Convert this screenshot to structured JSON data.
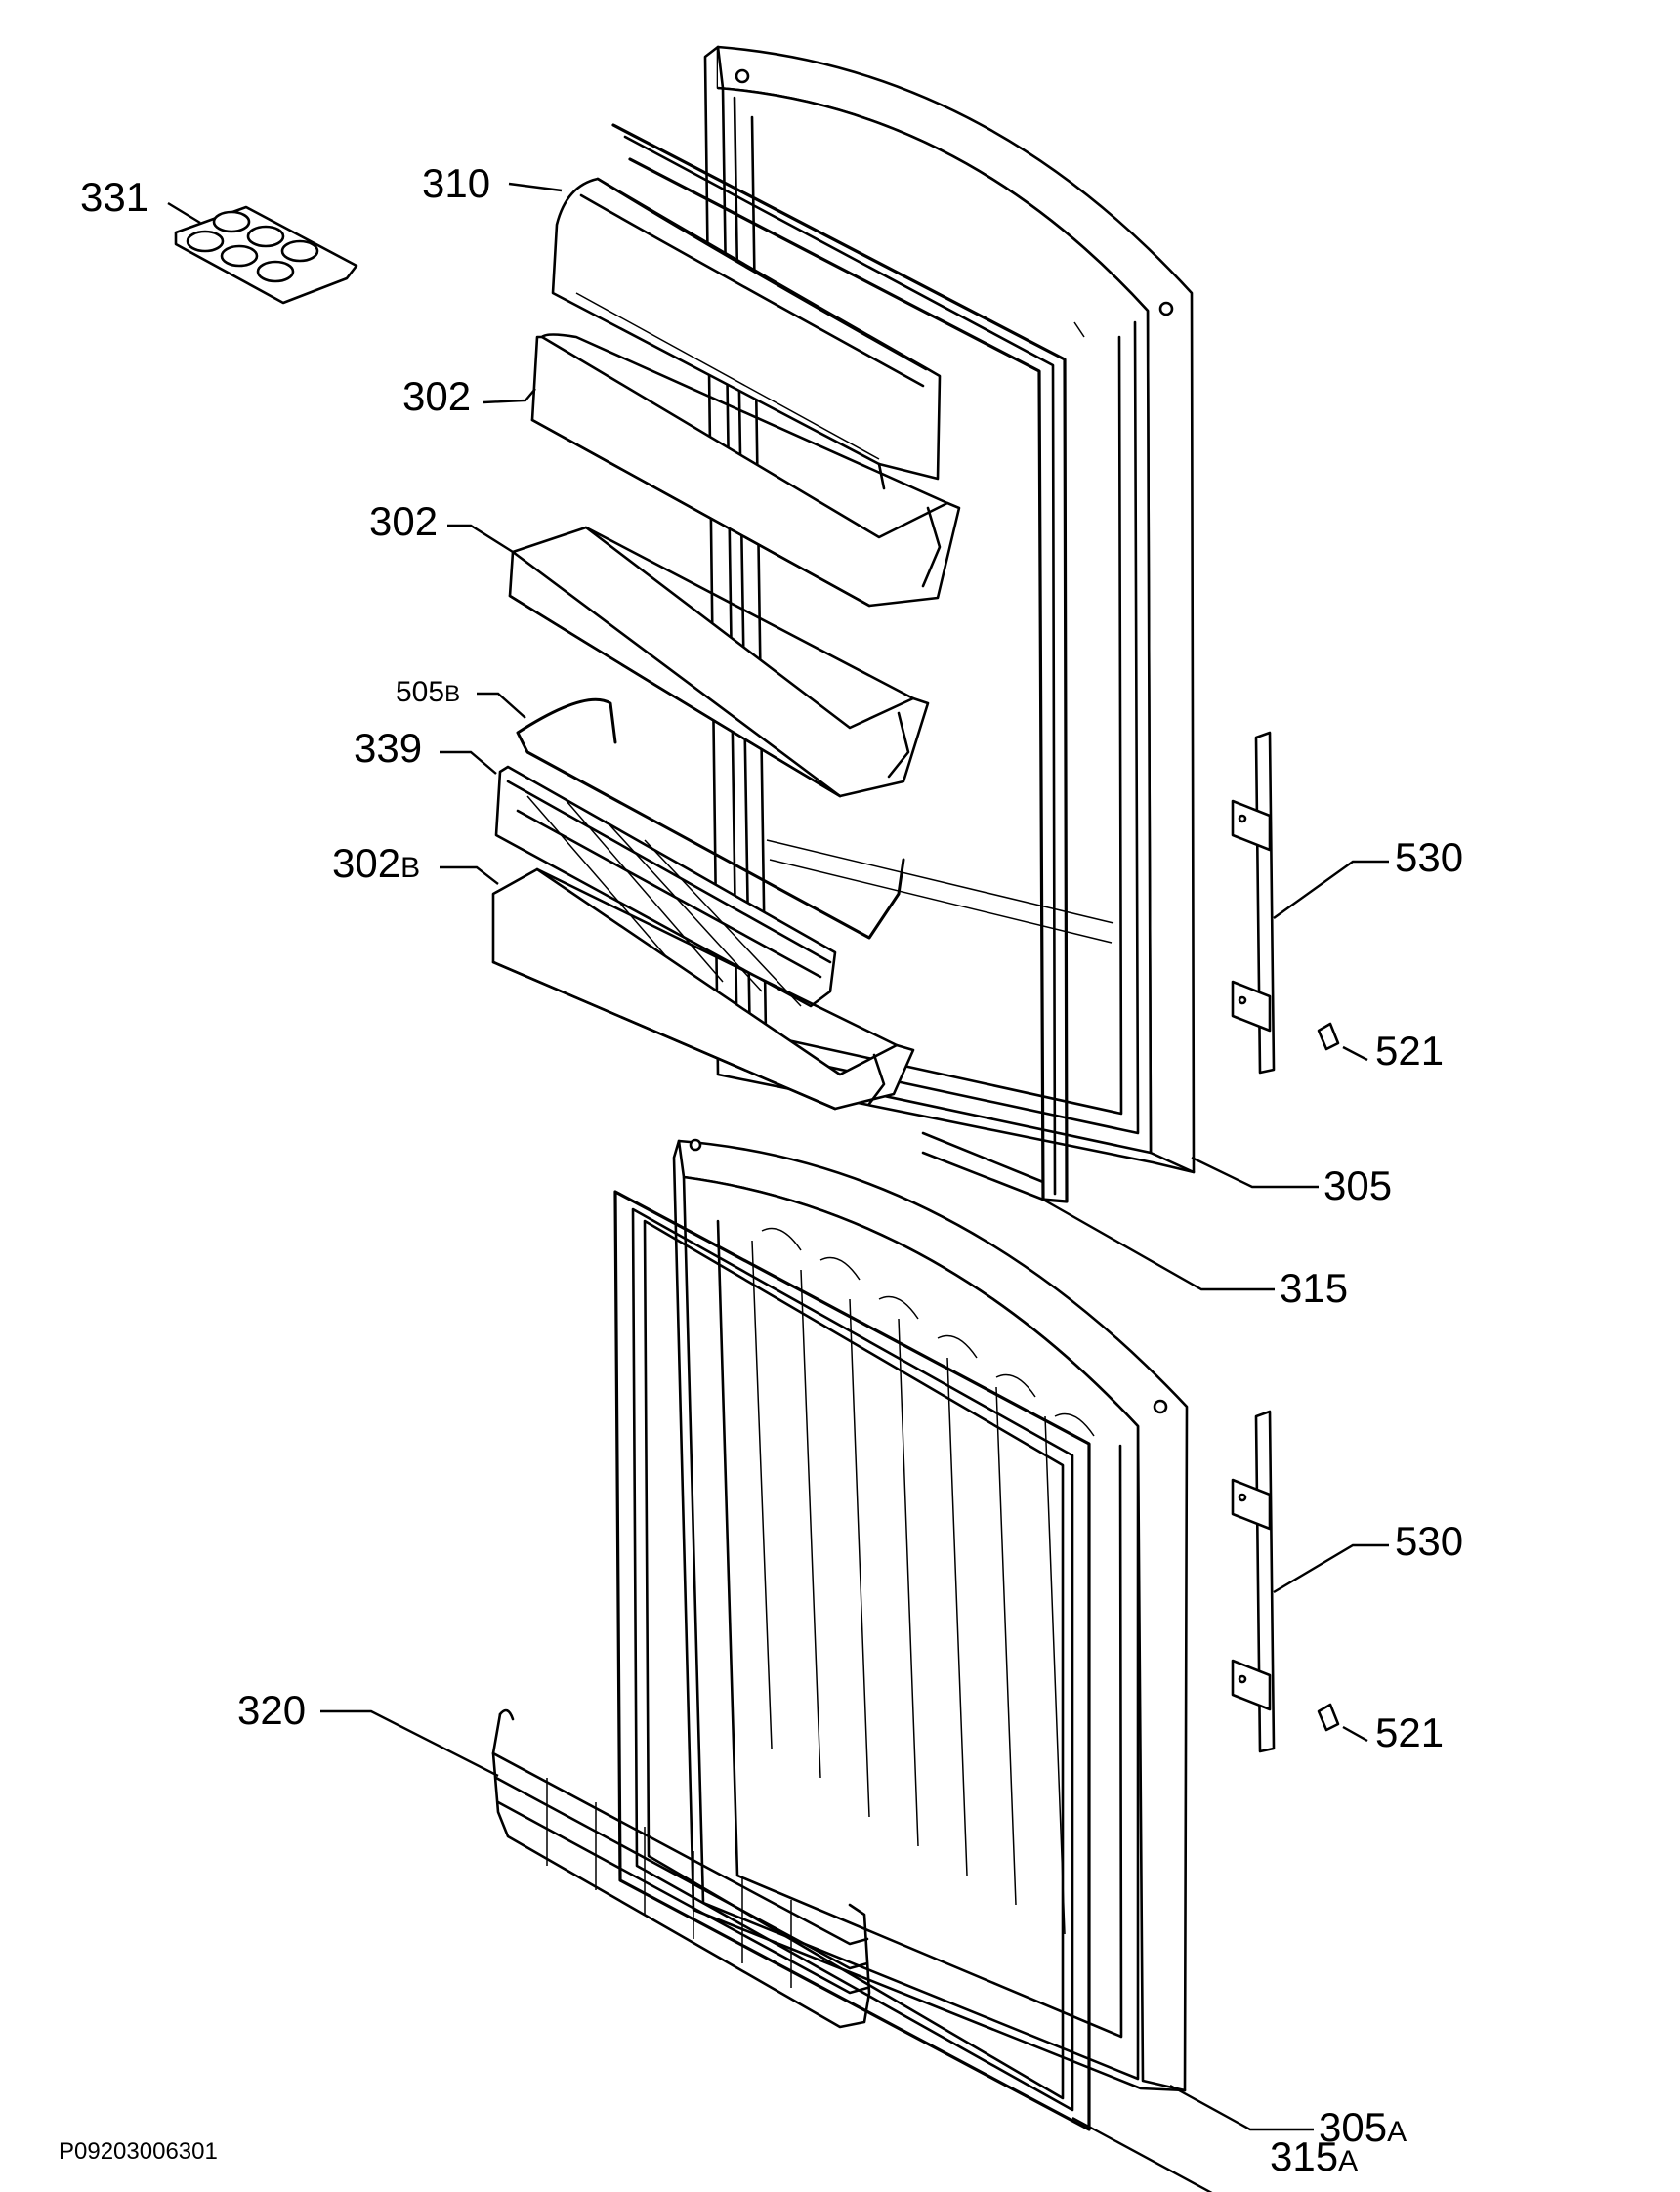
{
  "drawing_code": "P09203006301",
  "labels": [
    {
      "id": "331",
      "num": "331",
      "suffix": ""
    },
    {
      "id": "310",
      "num": "310",
      "suffix": ""
    },
    {
      "id": "302-upper",
      "num": "302",
      "suffix": ""
    },
    {
      "id": "302-lower",
      "num": "302",
      "suffix": ""
    },
    {
      "id": "505b",
      "num": "505",
      "suffix": "B"
    },
    {
      "id": "339",
      "num": "339",
      "suffix": ""
    },
    {
      "id": "302b",
      "num": "302",
      "suffix": "B"
    },
    {
      "id": "530-upper",
      "num": "530",
      "suffix": ""
    },
    {
      "id": "521-upper",
      "num": "521",
      "suffix": ""
    },
    {
      "id": "305",
      "num": "305",
      "suffix": ""
    },
    {
      "id": "315",
      "num": "315",
      "suffix": ""
    },
    {
      "id": "530-lower",
      "num": "530",
      "suffix": ""
    },
    {
      "id": "320",
      "num": "320",
      "suffix": ""
    },
    {
      "id": "521-lower",
      "num": "521",
      "suffix": ""
    },
    {
      "id": "305a",
      "num": "305",
      "suffix": "A"
    },
    {
      "id": "315a",
      "num": "315",
      "suffix": "A"
    }
  ]
}
